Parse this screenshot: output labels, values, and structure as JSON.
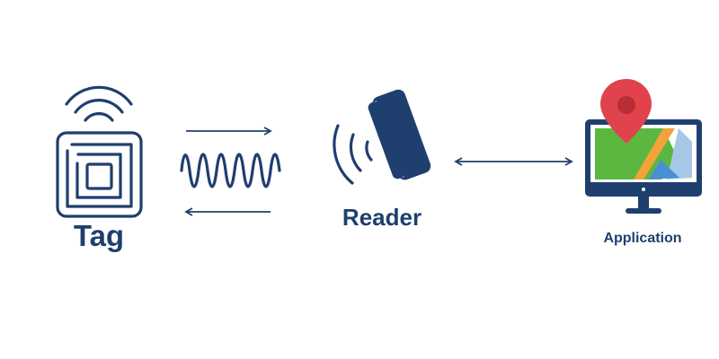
{
  "labels": {
    "tag": "Tag",
    "reader": "Reader",
    "application": "Application"
  },
  "colors": {
    "primary": "#1f3f6e",
    "pin_red": "#e0434b",
    "pin_dark": "#b82d36",
    "map_green": "#5cb741",
    "map_blue": "#4a8ed3",
    "map_light_blue": "#a6c7e6",
    "map_orange": "#f2a33a",
    "screen_bg": "#ffffff"
  },
  "nodes": [
    {
      "id": "tag",
      "icon": "rfid-tag-icon"
    },
    {
      "id": "reader",
      "icon": "rfid-reader-icon"
    },
    {
      "id": "application",
      "icon": "monitor-map-pin-icon"
    }
  ],
  "connections": [
    {
      "from": "reader",
      "to": "tag",
      "kind": "radio-wave-arrows"
    },
    {
      "from": "reader",
      "to": "application",
      "kind": "double-arrow"
    }
  ]
}
